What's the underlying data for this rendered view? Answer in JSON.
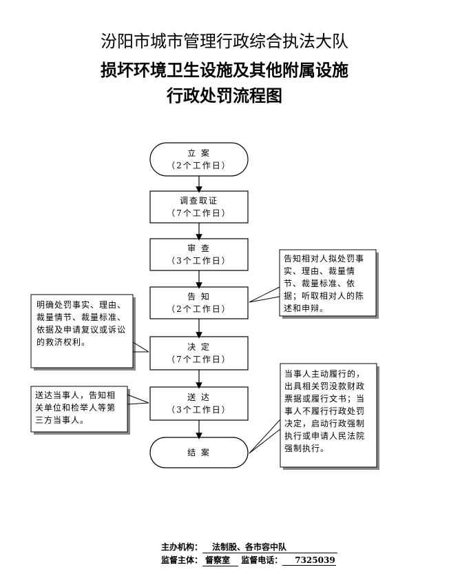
{
  "titles": {
    "line1": "汾阳市城市管理行政综合执法大队",
    "line2": "损坏环境卫生设施及其他附属设施",
    "line3": "行政处罚流程图"
  },
  "steps": [
    {
      "id": "lian",
      "label": "立 案",
      "days": "（2个工作日）"
    },
    {
      "id": "diaocha",
      "label": "调查取证",
      "days": "（7个工作日）"
    },
    {
      "id": "shencha",
      "label": "审 查",
      "days": "（3个工作日）"
    },
    {
      "id": "gaozhi",
      "label": "告 知",
      "days": "（2个工作日）"
    },
    {
      "id": "jueding",
      "label": "决 定",
      "days": "（7个工作日）"
    },
    {
      "id": "songda",
      "label": "送 达",
      "days": "（3个工作日）"
    },
    {
      "id": "jiean",
      "label": "结 案",
      "days": ""
    }
  ],
  "notes": {
    "gaozhi_note": "告知相对人拟处罚事实、理由、裁量情节、裁量标准、依据；听取相对人的陈述和申辩。",
    "jueding_note": "明确处罚事实、理由、裁量情节、裁量标准、依据及申请复议或诉讼的救济权利。",
    "songda_note": "送达当事人，告知相关单位和检举人等第三方当事人。",
    "jiean_note": "当事人主动履行的，出具相关罚没款财政票据或履行文书；当事人不履行行政处罚决定，启动行政强制执行或申请人民法院强制执行。"
  },
  "footer": {
    "host_label": "主办机构：",
    "host_value": "法制股、各市容中队",
    "supervisor_label": "监督主体：",
    "supervisor_value": "督察室",
    "phone_label": "监督电话：",
    "phone_value": "7325039"
  }
}
